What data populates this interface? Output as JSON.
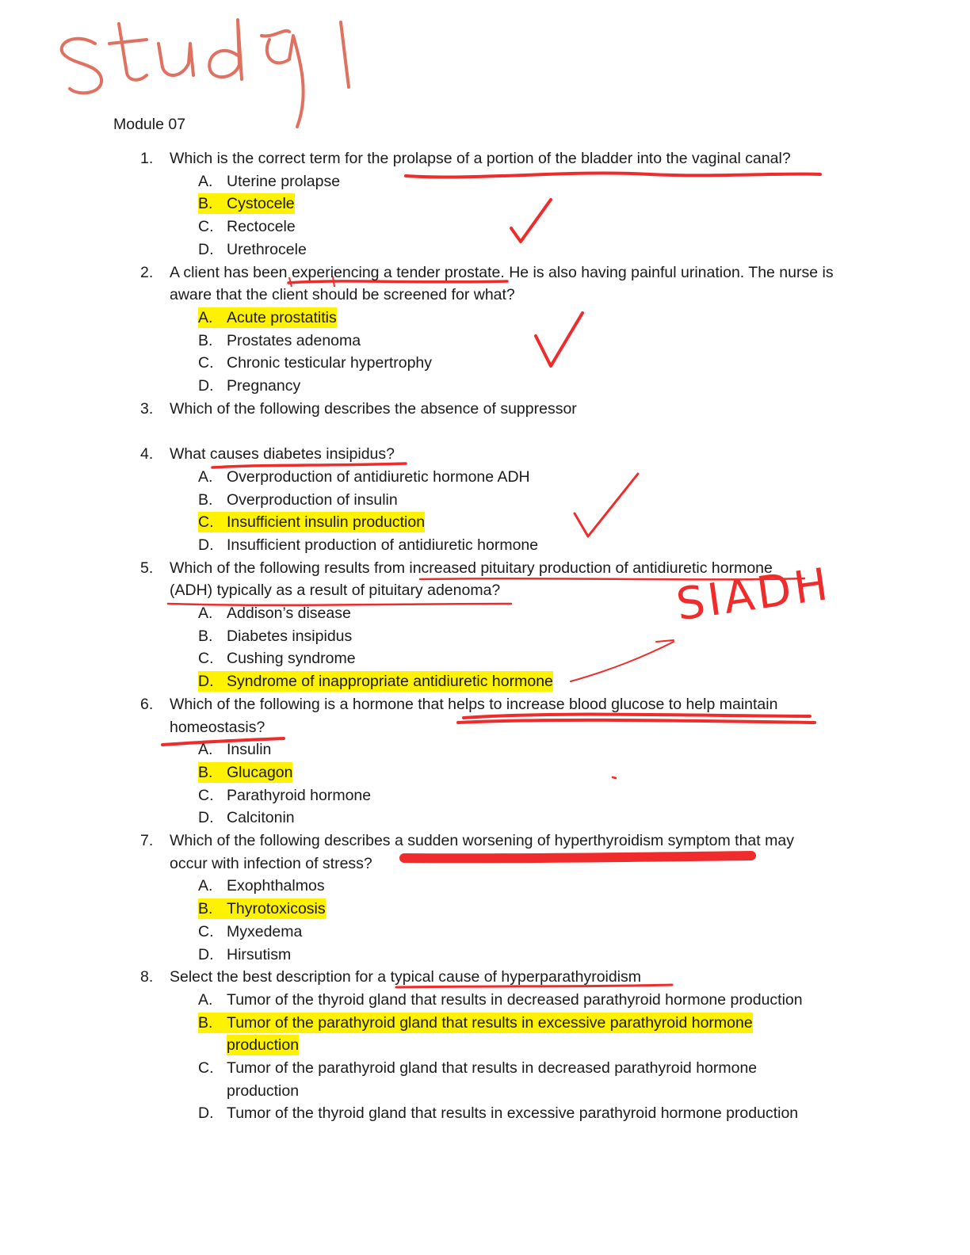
{
  "handwriting": {
    "title": "study",
    "annotation_siadh": "SIADH",
    "ink_color": "#e07060",
    "pen_color": "#ef2b2b"
  },
  "highlight_color": "#fff200",
  "module": "Module 07",
  "questions": [
    {
      "num": "1.",
      "text": [
        "Which is the correct term for the prolapse of a portion of the bladder into the vaginal canal?"
      ],
      "options": [
        {
          "letter": "A.",
          "text": [
            "Uterine prolapse"
          ],
          "highlighted": false
        },
        {
          "letter": "B.",
          "text": [
            "Cystocele"
          ],
          "highlighted": true
        },
        {
          "letter": "C.",
          "text": [
            "Rectocele"
          ],
          "highlighted": false
        },
        {
          "letter": "D.",
          "text": [
            "Urethrocele"
          ],
          "highlighted": false
        }
      ]
    },
    {
      "num": "2.",
      "text": [
        "A client has been experiencing a tender prostate. He is also having painful urination. The nurse is",
        "aware that the client should be screened for what?"
      ],
      "options": [
        {
          "letter": "A.",
          "text": [
            "Acute prostatitis"
          ],
          "highlighted": true
        },
        {
          "letter": "B.",
          "text": [
            "Prostates adenoma"
          ],
          "highlighted": false
        },
        {
          "letter": "C.",
          "text": [
            "Chronic testicular hypertrophy"
          ],
          "highlighted": false
        },
        {
          "letter": "D.",
          "text": [
            "Pregnancy"
          ],
          "highlighted": false
        }
      ]
    },
    {
      "num": "3.",
      "text": [
        "Which of the following describes the absence of suppressor"
      ],
      "options": []
    },
    {
      "num": "4.",
      "text": [
        "What causes diabetes insipidus?"
      ],
      "options": [
        {
          "letter": "A.",
          "text": [
            "Overproduction of antidiuretic hormone ADH"
          ],
          "highlighted": false
        },
        {
          "letter": "B.",
          "text": [
            "Overproduction of insulin"
          ],
          "highlighted": false
        },
        {
          "letter": "C.",
          "text": [
            "Insufficient insulin production"
          ],
          "highlighted": true
        },
        {
          "letter": "D.",
          "text": [
            "Insufficient production of antidiuretic hormone"
          ],
          "highlighted": false
        }
      ]
    },
    {
      "num": "5.",
      "text": [
        "Which of the following results from increased pituitary production of antidiuretic hormone",
        "(ADH) typically as a result of pituitary adenoma?"
      ],
      "options": [
        {
          "letter": "A.",
          "text": [
            "Addison’s disease"
          ],
          "highlighted": false
        },
        {
          "letter": "B.",
          "text": [
            "Diabetes insipidus"
          ],
          "highlighted": false
        },
        {
          "letter": "C.",
          "text": [
            "Cushing syndrome"
          ],
          "highlighted": false
        },
        {
          "letter": "D.",
          "text": [
            "Syndrome of inappropriate antidiuretic hormone"
          ],
          "highlighted": true
        }
      ]
    },
    {
      "num": "6.",
      "text": [
        "Which of the following is a hormone that helps to increase blood glucose to help maintain",
        "homeostasis?"
      ],
      "options": [
        {
          "letter": "A.",
          "text": [
            "Insulin"
          ],
          "highlighted": false
        },
        {
          "letter": "B.",
          "text": [
            "Glucagon"
          ],
          "highlighted": true
        },
        {
          "letter": "C.",
          "text": [
            "Parathyroid hormone"
          ],
          "highlighted": false
        },
        {
          "letter": "D.",
          "text": [
            "Calcitonin"
          ],
          "highlighted": false
        }
      ]
    },
    {
      "num": "7.",
      "text": [
        "Which of the following describes a sudden worsening of hyperthyroidism symptom that may",
        "occur with infection of stress?"
      ],
      "options": [
        {
          "letter": "A.",
          "text": [
            "Exophthalmos"
          ],
          "highlighted": false
        },
        {
          "letter": "B.",
          "text": [
            "Thyrotoxicosis"
          ],
          "highlighted": true
        },
        {
          "letter": "C.",
          "text": [
            "Myxedema"
          ],
          "highlighted": false
        },
        {
          "letter": "D.",
          "text": [
            "Hirsutism"
          ],
          "highlighted": false
        }
      ]
    },
    {
      "num": "8.",
      "text": [
        "Select the best description for a typical cause of hyperparathyroidism"
      ],
      "options": [
        {
          "letter": "A.",
          "text": [
            "Tumor of the thyroid gland that results in decreased parathyroid hormone production"
          ],
          "highlighted": false
        },
        {
          "letter": "B.",
          "text": [
            "Tumor of the parathyroid gland that results in excessive parathyroid hormone",
            "production"
          ],
          "highlighted": true
        },
        {
          "letter": "C.",
          "text": [
            "Tumor of the parathyroid gland that results in decreased parathyroid hormone",
            "production"
          ],
          "highlighted": false
        },
        {
          "letter": "D.",
          "text": [
            "Tumor of the thyroid gland that results in excessive parathyroid hormone production"
          ],
          "highlighted": false
        }
      ]
    }
  ]
}
